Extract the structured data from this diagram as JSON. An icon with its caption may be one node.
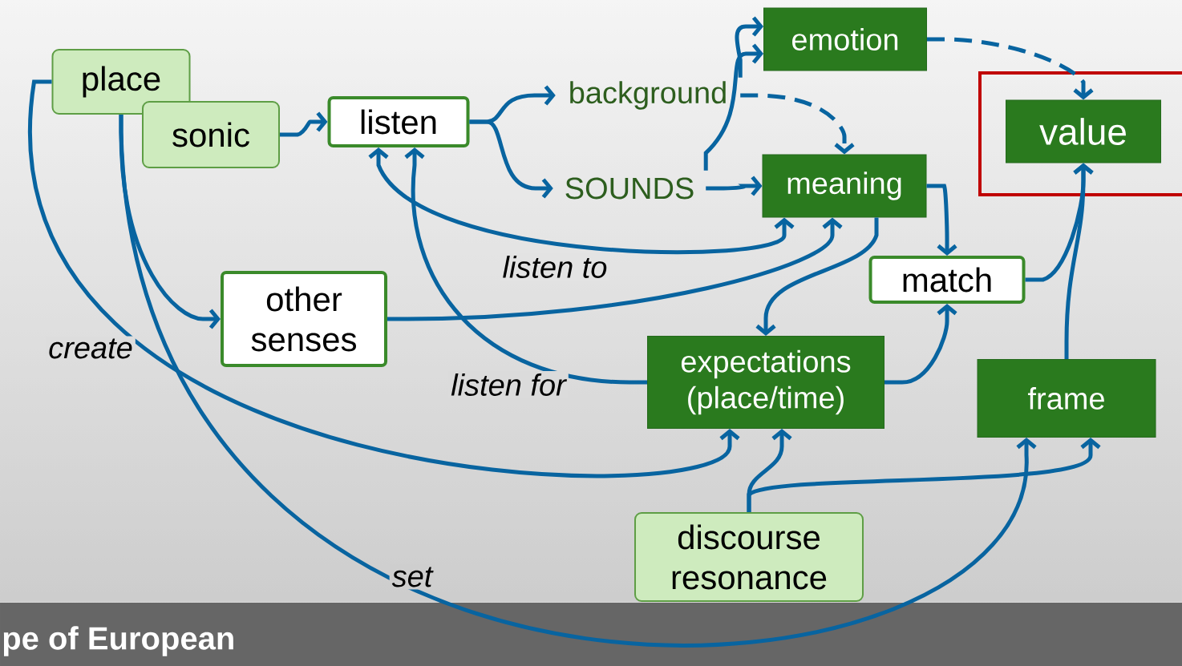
{
  "diagram": {
    "nodes": [
      {
        "text": [
          "place"
        ]
      },
      {
        "text": [
          "sonic"
        ]
      },
      {
        "text": [
          "listen"
        ]
      },
      {
        "text": [
          "background"
        ]
      },
      {
        "text": [
          "SOUNDS"
        ]
      },
      {
        "text": [
          "emotion"
        ]
      },
      {
        "text": [],
        "shape": "box"
      },
      {
        "text": [
          "value"
        ],
        "in": 6
      },
      {
        "text": [
          "meaning"
        ]
      },
      {
        "text": [
          "match"
        ]
      },
      {
        "text": [
          "other senses"
        ]
      },
      {
        "text": [
          "expectations (place/time)"
        ]
      },
      {
        "text": [
          "frame"
        ]
      },
      {
        "text": [
          "discourse resonance"
        ]
      }
    ],
    "edges": [
      {
        "from": 1,
        "to": 2,
        "arrow": "to"
      },
      {
        "from": 2,
        "to": 3,
        "arrow": "to"
      },
      {
        "from": 2,
        "to": 4,
        "arrow": "to"
      },
      {
        "from": 4,
        "to": 8,
        "arrow": "to"
      },
      {
        "from": 3,
        "to": 8,
        "arrow": "to",
        "style": "dashed"
      },
      {
        "from": 4,
        "to": 5,
        "arrow": "to"
      },
      {
        "from": 3,
        "to": 5,
        "arrow": "to"
      },
      {
        "from": 5,
        "to": 7,
        "arrow": "to",
        "style": "dashed"
      },
      {
        "from": 8,
        "to": 9,
        "arrow": "to"
      },
      {
        "from": 9,
        "to": 7,
        "arrow": "to"
      },
      {
        "from": 12,
        "to": 7,
        "arrow": "to"
      },
      {
        "from": 2,
        "to": 8,
        "arrow": "both",
        "label": "listen to"
      },
      {
        "from": 10,
        "to": 8,
        "arrow": "to"
      },
      {
        "from": 11,
        "to": 2,
        "arrow": "to",
        "label": "listen for"
      },
      {
        "from": 8,
        "to": 11,
        "arrow": "to"
      },
      {
        "from": 11,
        "to": 9,
        "arrow": "to"
      },
      {
        "from": 0,
        "to": 10,
        "arrow": "to"
      },
      {
        "from": 0,
        "to": 11,
        "arrow": "to",
        "label": "create"
      },
      {
        "from": 0,
        "to": 12,
        "arrow": "to",
        "label": "set"
      },
      {
        "from": 13,
        "to": 11,
        "arrow": "to"
      },
      {
        "from": 13,
        "to": 12,
        "arrow": "to"
      }
    ],
    "labels": [
      "pe of European"
    ]
  }
}
